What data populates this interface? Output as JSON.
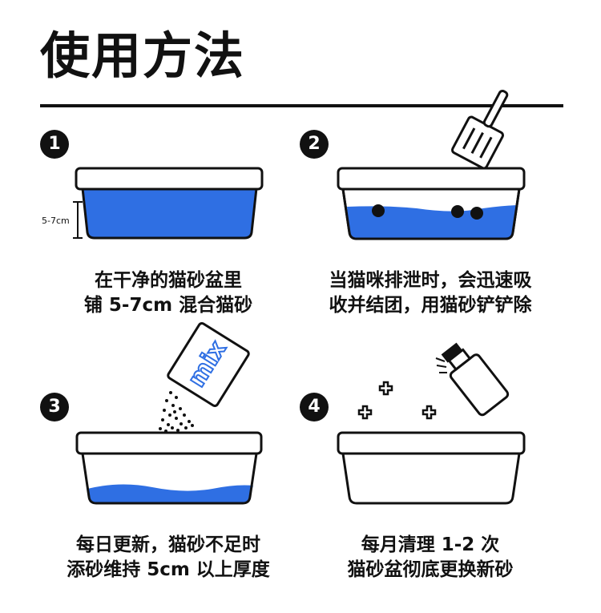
{
  "title": "使用方法",
  "steps": [
    {
      "number": "1",
      "line1": "在干净的猫砂盆里",
      "line2": "铺 5-7cm 混合猫砂",
      "depth_label": "5-7cm"
    },
    {
      "number": "2",
      "line1": "当猫咪排泄时，会迅速吸",
      "line2": "收并结团，用猫砂铲铲除"
    },
    {
      "number": "3",
      "line1": "每日更新，猫砂不足时",
      "line2": "添砂维持 5cm 以上厚度",
      "bag_label": "mix"
    },
    {
      "number": "4",
      "line1": "每月清理 1-2 次",
      "line2": "猫砂盆彻底更换新砂"
    }
  ],
  "colors": {
    "litter_blue": "#2f6fe3",
    "ink": "#111111"
  },
  "icons": [
    "scoop-icon",
    "litter-bag-icon",
    "spray-bottle-icon",
    "sparkle-cross-icon"
  ]
}
